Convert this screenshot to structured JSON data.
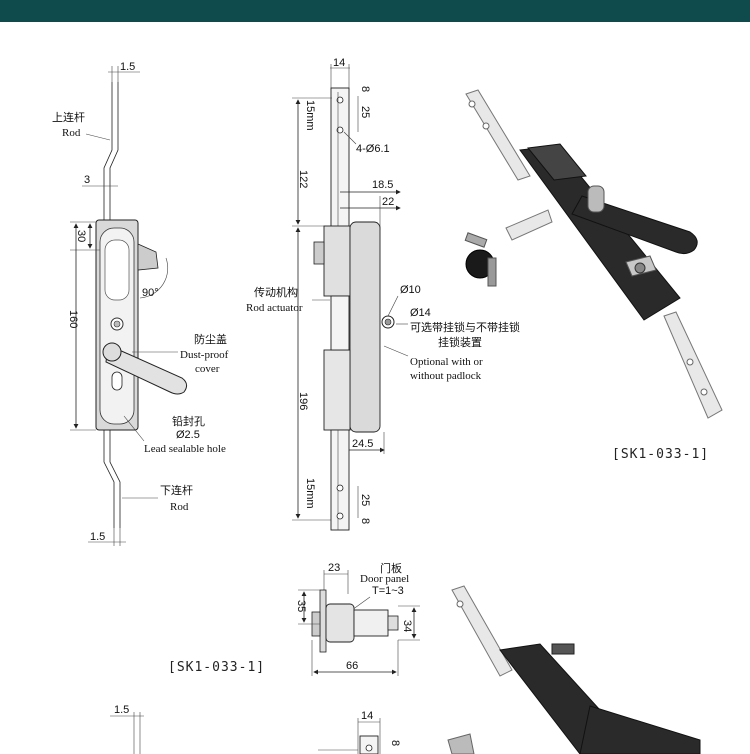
{
  "header": {
    "color": "#0f4a4d"
  },
  "front_view": {
    "dim_top": "1.5",
    "rod_top_zh": "上连杆",
    "rod_top_en": "Rod",
    "dim_3": "3",
    "dim_30": "30",
    "dim_160": "160",
    "angle": "90°",
    "cover_zh": "防尘盖",
    "cover_en_1": "Dust-proof",
    "cover_en_2": "cover",
    "seal_zh": "铅封孔",
    "seal_dia": "Ø2.5",
    "seal_en": "Lead sealable hole",
    "rod_bottom_zh": "下连杆",
    "rod_bottom_en": "Rod",
    "dim_bottom": "1.5"
  },
  "side_view": {
    "dim_14": "14",
    "dim_8": "8",
    "dim_25": "25",
    "dim_15mm": "15mm",
    "holes": "4-Ø6.1",
    "dim_122": "122",
    "dim_18_5": "18.5",
    "dim_22": "22",
    "actuator_zh": "传动机构",
    "actuator_en": "Rod actuator",
    "dia_10": "Ø10",
    "dia_14": "Ø14",
    "padlock_zh_1": "可选带挂锁与不带挂锁",
    "padlock_zh_2": "挂锁装置",
    "padlock_en_1": "Optional with or",
    "padlock_en_2": "without padlock",
    "dim_196": "196",
    "dim_24_5": "24.5",
    "dim_15mm_b": "15mm",
    "dim_25_b": "25",
    "dim_8_b": "8"
  },
  "top_view": {
    "dim_23": "23",
    "door_zh": "门板",
    "door_en": "Door panel",
    "thickness": "T=1~3",
    "dim_35": "35",
    "dim_34": "34",
    "dim_66": "66"
  },
  "captions": {
    "photo_caption": "[SK1-033-1]",
    "drawing_caption": "[SK1-033-1]"
  },
  "lower_partial": {
    "dim_15": "1.5",
    "dim_14": "14",
    "dim_8": "8"
  }
}
